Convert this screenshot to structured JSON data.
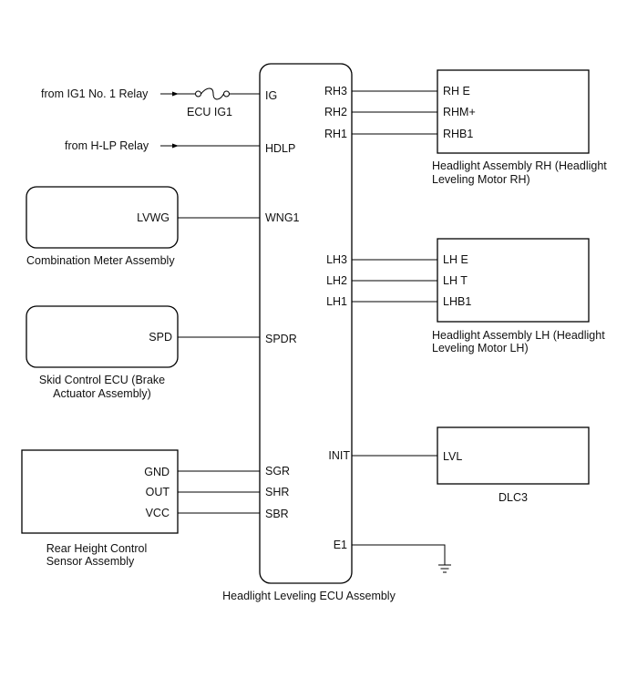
{
  "ecu": {
    "name": "Headlight Leveling ECU Assembly",
    "left_pins": {
      "ig": "IG",
      "hdlp": "HDLP",
      "wng1": "WNG1",
      "spdr": "SPDR",
      "sgr": "SGR",
      "shr": "SHR",
      "sbr": "SBR"
    },
    "right_pins": {
      "rh3": "RH3",
      "rh2": "RH2",
      "rh1": "RH1",
      "lh3": "LH3",
      "lh2": "LH2",
      "lh1": "LH1",
      "init": "INIT",
      "e1": "E1"
    }
  },
  "sources": {
    "ig1_relay": "from IG1 No. 1 Relay",
    "hlp_relay": "from H-LP Relay"
  },
  "fuse": {
    "label": "ECU IG1"
  },
  "combination_meter": {
    "name": "Combination Meter Assembly",
    "pin": "LVWG"
  },
  "skid_control": {
    "name_line1": "Skid Control ECU (Brake",
    "name_line2": "Actuator Assembly)",
    "pin": "SPD"
  },
  "rear_height_sensor": {
    "name_line1": "Rear Height Control",
    "name_line2": "Sensor Assembly",
    "pins": {
      "gnd": "GND",
      "out": "OUT",
      "vcc": "VCC"
    }
  },
  "headlight_rh": {
    "name_line1": "Headlight Assembly RH (Headlight",
    "name_line2": "Leveling Motor RH)",
    "pins": {
      "rhe": "RH E",
      "rhm": "RHM+",
      "rhb1": "RHB1"
    }
  },
  "headlight_lh": {
    "name_line1": "Headlight Assembly LH (Headlight",
    "name_line2": "Leveling Motor LH)",
    "pins": {
      "lhe": "LH E",
      "lht": "LH T",
      "lhb1": "LHB1"
    }
  },
  "dlc3": {
    "name": "DLC3",
    "pin": "LVL"
  }
}
